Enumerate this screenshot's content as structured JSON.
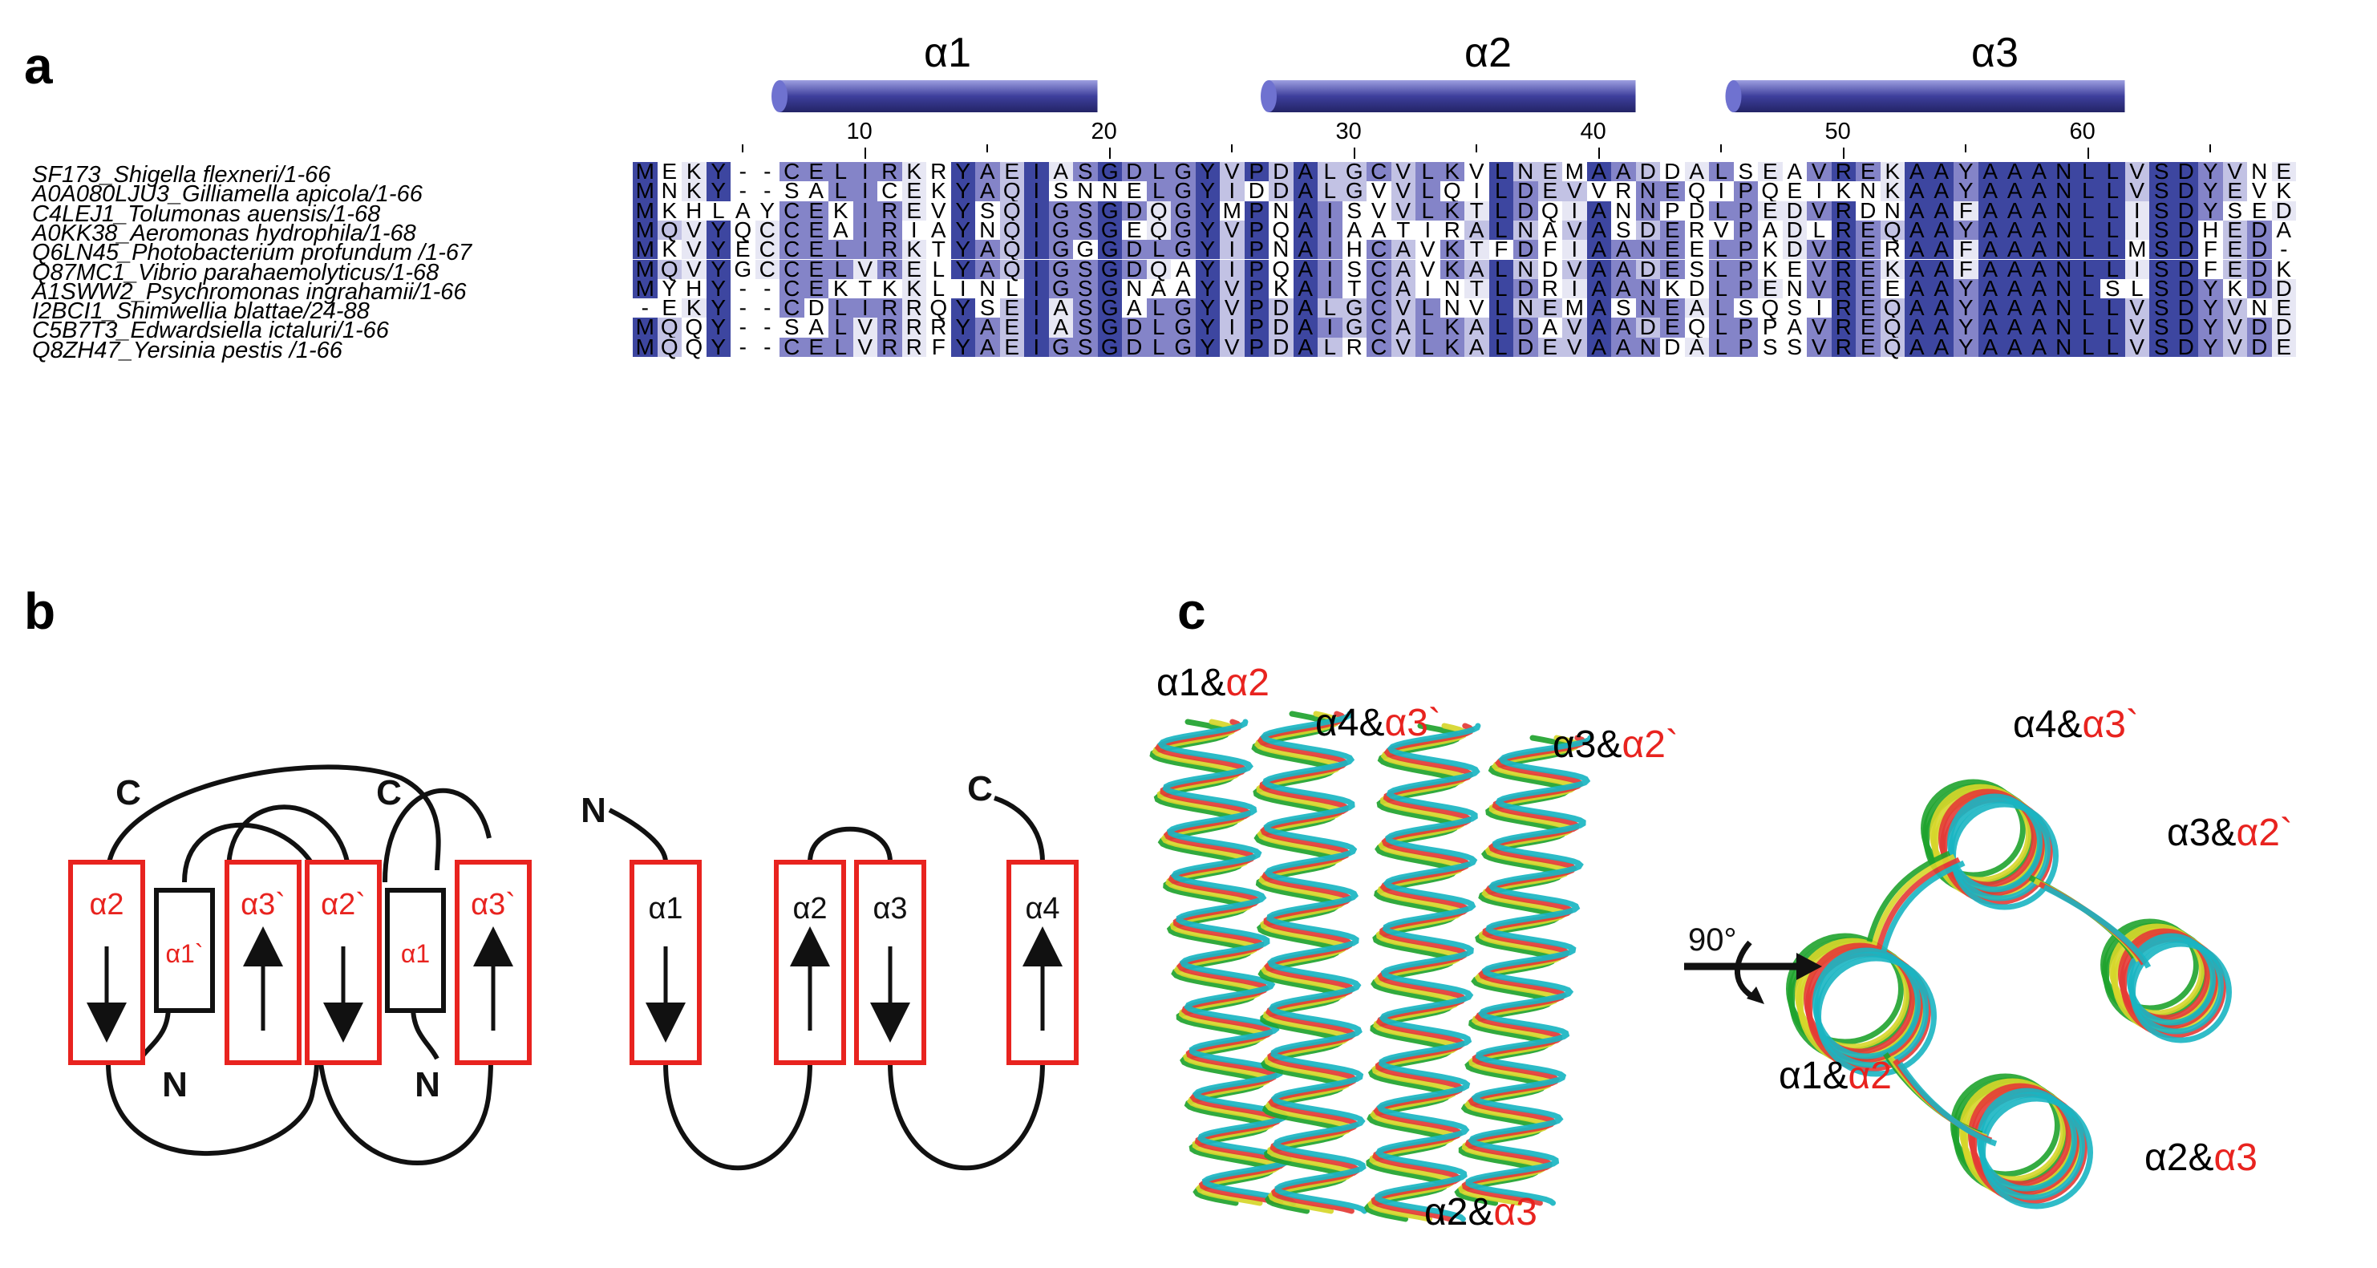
{
  "panel_a": {
    "letter": "a",
    "helices": [
      {
        "label": "α1",
        "start": 7,
        "end": 19
      },
      {
        "label": "α2",
        "start": 27,
        "end": 41
      },
      {
        "label": "α3",
        "start": 46,
        "end": 61
      }
    ],
    "ruler": [
      10,
      20,
      30,
      40,
      50,
      60
    ],
    "sequences": [
      {
        "name": "SF173_Shigella flexneri/1-66",
        "seq": "MEKY--CELIRKRYAEIASGDLGYVPDALGCVLKVLNEMAADDALSEAVREKAAYAAANLLVSDYVNE"
      },
      {
        "name": "A0A080LJU3_Gilliamella apicola/1-66",
        "seq": "MNKY--SALICEKYAQISNNELGYIDDALGVVLQILDEVVRNEQIPQEIKNKAAYAAANLLVSDYEVK"
      },
      {
        "name": "C4LEJ1_Tolumonas auensis/1-68",
        "seq": "MKHLAYCEKIREVYSQIGSGDQGYMPNAISVVLKTLDQIANNPDLPEDVRDNAAFAAANLLISDYSED"
      },
      {
        "name": "A0KK38_Aeromonas hydrophila/1-68",
        "seq": "MQVYQCCEAIRIAYNQIGSGEQGYVPQAIAATIRALNAVASDERVPADLREQAAYAAANLLISDHEDA"
      },
      {
        "name": "Q6LN45_Photobacterium profundum /1-67",
        "seq": "MKVYECCELIRKTYAQIGGGDLGYIPNAIHCAVKTFDFIAANEELPKDVRERAAFAAANLLMSDFED-"
      },
      {
        "name": "Q87MC1_Vibrio parahaemolyticus/1-68",
        "seq": "MQVYGCCELVRELYAQIGSGDQAYIPQAISCAVKALNDVAADESLPKEVREKAAFAAANLLISDFEDK"
      },
      {
        "name": "A1SWW2_Psychromonas ingrahamii/1-66",
        "seq": "MYHY--CEKTKKLINLIGSGNAAYVPKAITCAINTLDRIAANKDLPENVREEAAYAAANLSLSDYKDD"
      },
      {
        "name": "I2BCI1_Shimwellia blattae/24-88",
        "seq": "-EKY--CDLIRRQYSEIASGALGYVPDALGCVLNVLNEMASNEALSQSIREQAAYAAANLLVSDYVNE"
      },
      {
        "name": "C5B7T3_Edwardsiella ictaluri/1-66",
        "seq": "MQQY--SALVRRRYAEIASGDLGYIPDAIGCALKALDAVAADEQLPPAVREQAAYAAANLLVSDYVDD"
      },
      {
        "name": "Q8ZH47_Yersinia pestis /1-66",
        "seq": "MQQY--CELVRRFYAEIGSGDLGYVPDALRCVLKALDEVAANDALPSSVREQAAYAAANLLVSDYVDE"
      }
    ],
    "colors": {
      "level3": "#3d46a0",
      "level2": "#8484c8",
      "level1": "#c2c2e4",
      "level0": "#e7e7f4",
      "helix_dark": "#2b2c78",
      "helix_light": "#9d9fe0"
    }
  },
  "panel_b": {
    "letter": "b",
    "colors": {
      "red_box": "#e8231f",
      "black_box": "#111111"
    },
    "left_topology": {
      "terminal_labels": [
        "C",
        "C",
        "N",
        "N"
      ],
      "boxes": [
        {
          "label": "α2",
          "color": "red",
          "direction": "down"
        },
        {
          "label": "α1`",
          "color": "black",
          "direction": "none"
        },
        {
          "label": "α3`",
          "color": "red",
          "direction": "up"
        },
        {
          "label": "α2`",
          "color": "red",
          "direction": "down"
        },
        {
          "label": "α1",
          "color": "black",
          "direction": "none"
        },
        {
          "label": "α3`",
          "color": "red",
          "direction": "up"
        }
      ]
    },
    "right_topology": {
      "terminal_labels": [
        "N",
        "C"
      ],
      "boxes": [
        {
          "label": "α1",
          "color": "red",
          "direction": "down"
        },
        {
          "label": "α2",
          "color": "red",
          "direction": "up"
        },
        {
          "label": "α3",
          "color": "red",
          "direction": "down"
        },
        {
          "label": "α4",
          "color": "red",
          "direction": "up"
        }
      ]
    }
  },
  "panel_c": {
    "letter": "c",
    "rotation_label": "90°",
    "colors": {
      "green": "#1fa32e",
      "yellow": "#d6d62a",
      "red": "#e33b36",
      "cyan": "#19b5c2"
    },
    "side_view_labels": [
      {
        "black": "α1&",
        "red": "α2"
      },
      {
        "black": "α4&",
        "red": "α3`"
      },
      {
        "black": "α3&",
        "red": "α2`"
      },
      {
        "black": "α2&",
        "red": "α3"
      }
    ],
    "top_view_labels": [
      {
        "black": "α4&",
        "red": "α3`"
      },
      {
        "black": "α3&",
        "red": "α2`"
      },
      {
        "black": "α1&",
        "red": "α2"
      },
      {
        "black": "α2&",
        "red": "α3"
      }
    ]
  }
}
